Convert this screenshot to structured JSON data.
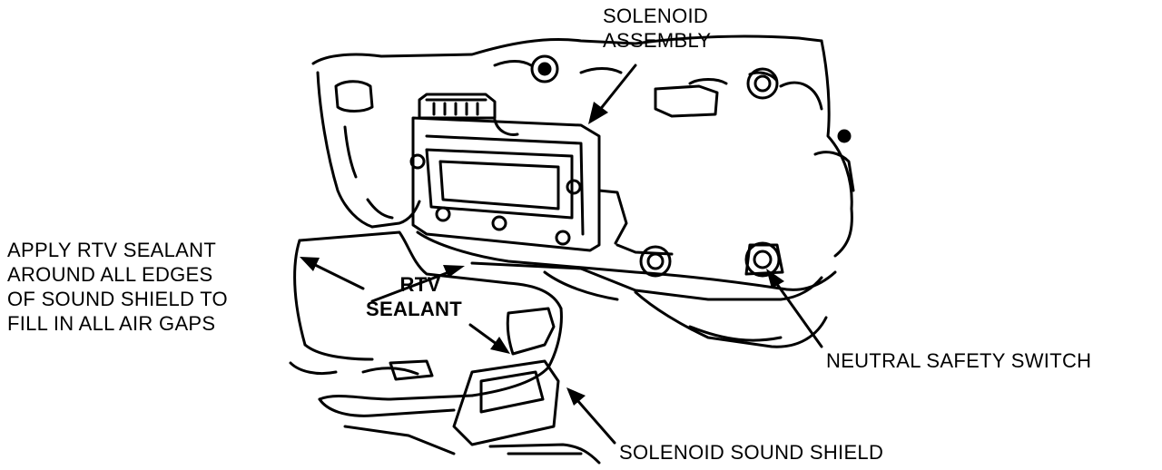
{
  "diagram": {
    "labels": {
      "solenoid_assembly": [
        "SOLENOID",
        "ASSEMBLY"
      ],
      "apply_rtv": [
        "APPLY RTV SEALANT",
        "AROUND ALL EDGES",
        "OF SOUND SHIELD TO",
        "FILL IN ALL AIR GAPS"
      ],
      "rtv_sealant": [
        "RTV",
        "SEALANT"
      ],
      "neutral_safety_switch": "NEUTRAL SAFETY SWITCH",
      "solenoid_sound_shield": "SOLENOID SOUND SHIELD"
    },
    "ink_color": "#000000",
    "paper_color": "#ffffff"
  }
}
